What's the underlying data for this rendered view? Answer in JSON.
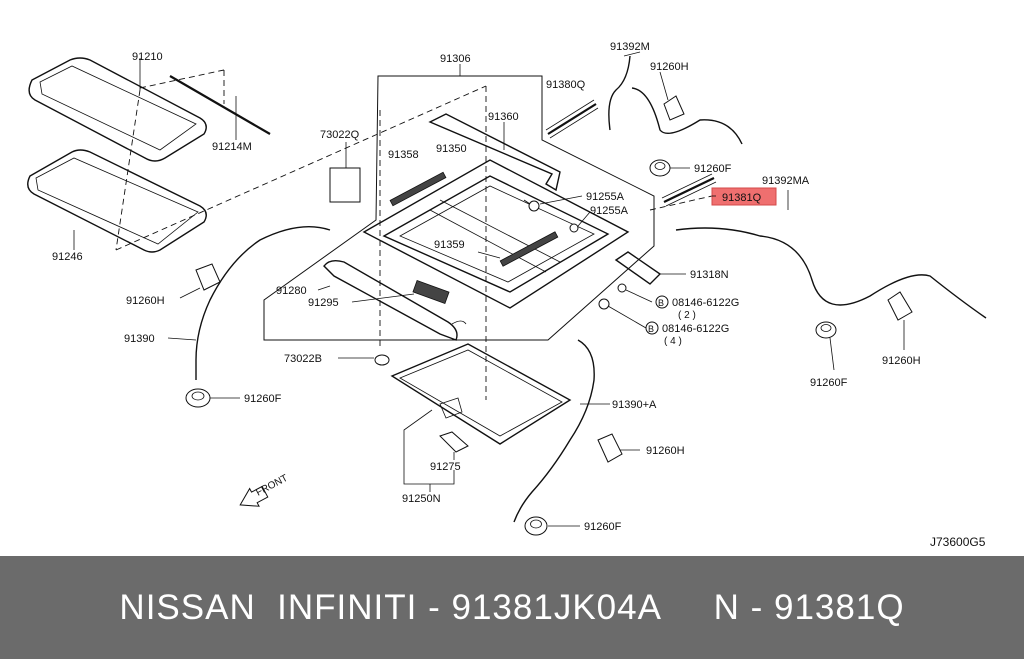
{
  "diagram": {
    "labels": {
      "p91210": "91210",
      "p91214m": "91214M",
      "p91246": "91246",
      "p91306": "91306",
      "p73022q": "73022Q",
      "p91358": "91358",
      "p91350": "91350",
      "p91360": "91360",
      "p91380q": "91380Q",
      "p91392m": "91392M",
      "p91260h_top": "91260H",
      "p91260f_top": "91260F",
      "p91392ma": "91392MA",
      "p91381q": "91381Q",
      "p91255a_1": "91255A",
      "p91255a_2": "91255A",
      "p91359": "91359",
      "p91318n": "91318N",
      "p91260h_left": "91260H",
      "p91280": "91280",
      "p91295": "91295",
      "p08146_a": "08146-6122G",
      "p08146_a_qty": "( 2 )",
      "p08146_b": "08146-6122G",
      "p08146_b_qty": "( 4 )",
      "p91390": "91390",
      "p73022b": "73022B",
      "p91260f_left": "91260F",
      "p91390a": "91390+A",
      "p91260h_right": "91260H",
      "p91260f_right": "91260F",
      "p91260h_bottom": "91260H",
      "p91275": "91275",
      "p91250n": "91250N",
      "p91260f_bottom": "91260F",
      "front": "FRONT",
      "bolt_symbol": "B",
      "diagram_code": "J73600G5"
    }
  },
  "banner": {
    "text": "NISSAN  INFINITI - 91381JK04A     N - 91381Q"
  },
  "colors": {
    "highlight": "#ef6f6f",
    "banner_bg": "#6b6b6b",
    "banner_text": "#ffffff"
  }
}
